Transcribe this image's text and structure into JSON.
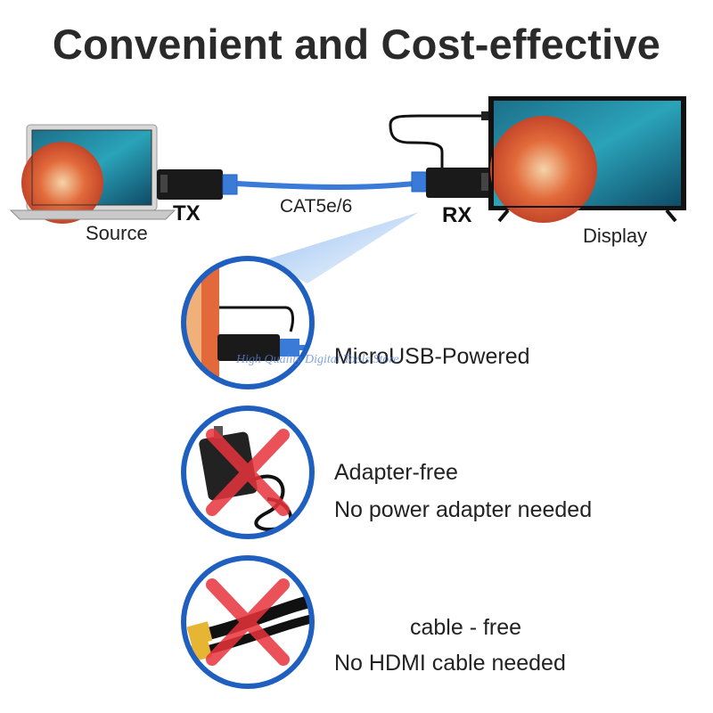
{
  "title": "Convenient and Cost-effective",
  "diagram": {
    "source_label": "Source",
    "display_label": "Display",
    "tx_label": "TX",
    "rx_label": "RX",
    "cable_label": "CAT5e/6"
  },
  "features": [
    {
      "line1": "MicroUSB-Powered",
      "line2": ""
    },
    {
      "line1": "Adapter-free",
      "line2": "No power adapter needed"
    },
    {
      "line1": "cable - free",
      "line2": "No HDMI cable needed"
    }
  ],
  "watermark": "High Quality Digital Tools Store",
  "colors": {
    "accent_blue": "#1f5fbf",
    "cable_blue": "#3b7bd8",
    "cross_red": "#e8333b",
    "dongle_black": "#1a1a1a"
  },
  "icons": {
    "source": "laptop-icon",
    "display": "tv-icon",
    "feature1": "microusb-dongle-icon",
    "feature2": "power-adapter-icon",
    "feature3": "hdmi-cable-icon"
  }
}
